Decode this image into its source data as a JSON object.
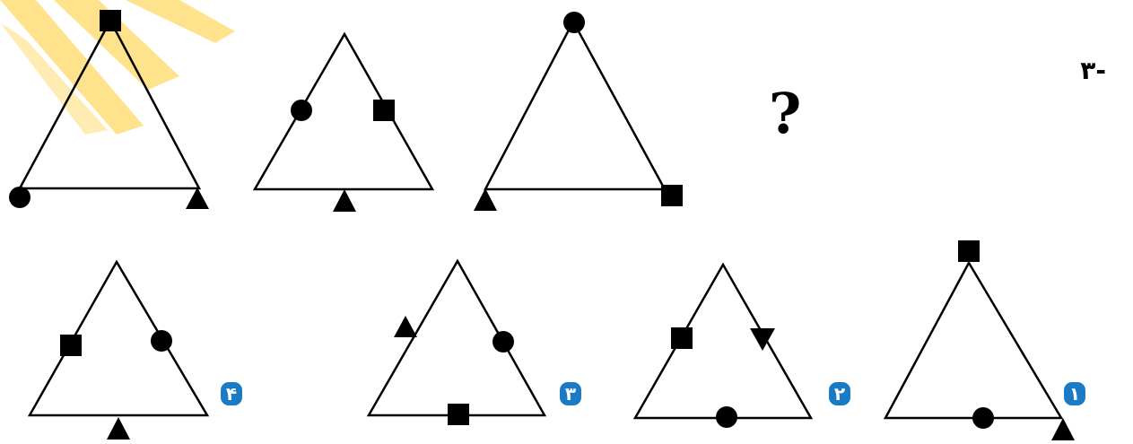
{
  "question": {
    "number": "-۳",
    "missing_symbol": "?"
  },
  "options": [
    {
      "label": "۱"
    },
    {
      "label": "۲"
    },
    {
      "label": "۳"
    },
    {
      "label": "۴"
    }
  ],
  "colors": {
    "stroke": "#000000",
    "badge": "#1a7bc4",
    "highlight": "#ffd966"
  }
}
